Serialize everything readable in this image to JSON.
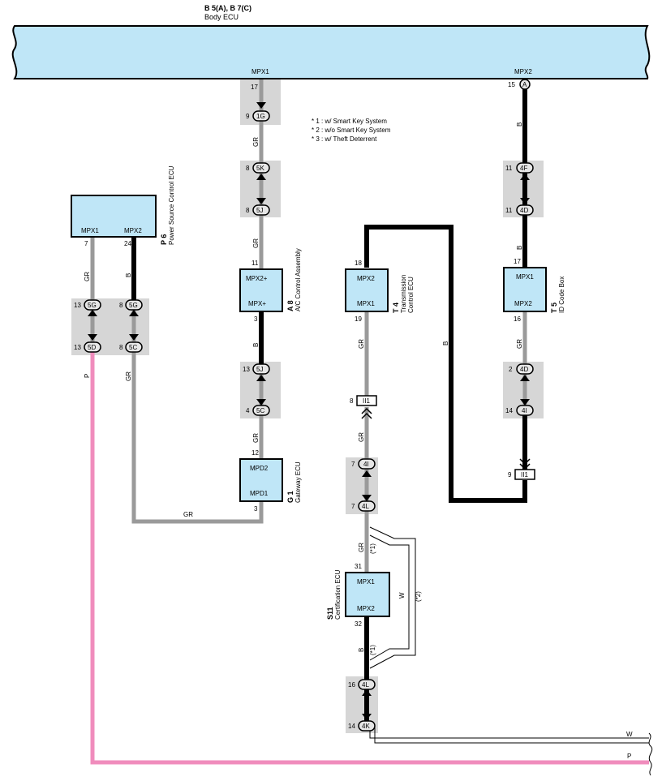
{
  "body_ecu": {
    "code": "B 5(A), B 7(C)",
    "name": "Body ECU",
    "pin_mpx1": "MPX1",
    "pin_mpx2": "MPX2"
  },
  "notes": [
    "* 1 : w/ Smart Key System",
    "* 2 : w/o Smart Key System",
    "* 3 : w/ Theft Deterrent"
  ],
  "ecus": {
    "power_source": {
      "code": "P 6",
      "name": "Power Source Control ECU",
      "pin_a": "MPX1",
      "pin_b": "MPX2",
      "num_a": "7",
      "num_b": "24"
    },
    "ac_control": {
      "code": "A 8",
      "name": "A/C Control Assembly",
      "pin_top": "MPX2+",
      "pin_bot": "MPX+",
      "num_top": "11",
      "num_bot": "3"
    },
    "gateway": {
      "code": "G 1",
      "name": "Gateway ECU",
      "pin_top": "MPD2",
      "pin_bot": "MPD1",
      "num_top": "12",
      "num_bot": "3"
    },
    "transmission": {
      "code": "T 4",
      "name1": "Transmission",
      "name2": "Control ECU",
      "pin_top": "MPX2",
      "pin_bot": "MPX1",
      "num_top": "18",
      "num_bot": "19"
    },
    "id_code": {
      "code": "T 5",
      "name": "ID Code Box",
      "pin_top": "MPX1",
      "pin_bot": "MPX2",
      "num_top": "17",
      "num_bot": "16"
    },
    "certification": {
      "code": "S11",
      "name": "Certification ECU",
      "pin_top": "MPX1",
      "pin_bot": "MPX2",
      "num_top": "31",
      "num_bot": "32"
    }
  },
  "pins": {
    "body_mpx1": "17",
    "body_mpx2": "15",
    "body_mpx2_conn": "A",
    "c1g_num": "9",
    "c1g": "1G",
    "c5k_num": "8",
    "c5k": "5K",
    "c5j_num": "8",
    "c5j": "5J",
    "c5j2_num": "13",
    "c5j2": "5J",
    "c5c2_num": "4",
    "c5c2": "5C",
    "c5g1_num": "13",
    "c5g1": "5G",
    "c5g2_num": "8",
    "c5g2": "5G",
    "c5d_num": "13",
    "c5d": "5D",
    "c5c_num": "8",
    "c5c": "5C",
    "c4f_num": "11",
    "c4f": "4F",
    "c4d_num": "11",
    "c4d": "4D",
    "c4d2_num": "2",
    "c4d2": "4D",
    "c4i2_num": "14",
    "c4i2": "4I",
    "ii1_right_num": "9",
    "ii1_right": "II1",
    "ii1_left_num": "8",
    "ii1_left": "II1",
    "c4i_num": "7",
    "c4i": "4I",
    "c4l_num": "7",
    "c4l": "4L",
    "c4l2_num": "16",
    "c4l2": "4L",
    "c4k_num": "14",
    "c4k": "4K"
  },
  "wires": {
    "gr": "GR",
    "b": "B",
    "p": "P",
    "w": "W",
    "note1": "(*1)",
    "note2": "(*2)"
  },
  "colors": {
    "ecu_fill": "#bfe6f7",
    "gray_wire": "#9a9a9a",
    "black_wire": "#000000",
    "pink_wire": "#f08cbc",
    "connector_bg": "#d6d6d6"
  }
}
